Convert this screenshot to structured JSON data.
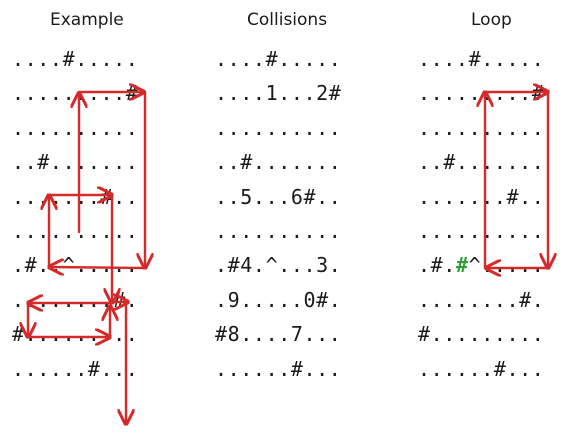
{
  "titles": {
    "example": "Example",
    "collisions": "Collisions",
    "loop": "Loop"
  },
  "grids": {
    "example": [
      "....#.....",
      ".........#",
      "..........",
      "..#.......",
      ".......#..",
      "..........",
      ".#..^.....",
      "........#.",
      "#.........",
      "......#..."
    ],
    "collisions": [
      "....#.....",
      "....1...2#",
      "..........",
      "..#.......",
      "..5...6#..",
      "..........",
      ".#4.^...3.",
      ".9.....0#.",
      "#8....7...",
      "......#..."
    ],
    "loop": [
      "....#.....",
      ".........#",
      "..........",
      "..#.......",
      ".......#..",
      "..........",
      ".#.#^.....",
      "........#.",
      "#.........",
      "......#..."
    ]
  },
  "colors": {
    "path": "#d42a2a",
    "text": "#1a1a1a",
    "obstacle_added": "#2e9e3a"
  }
}
